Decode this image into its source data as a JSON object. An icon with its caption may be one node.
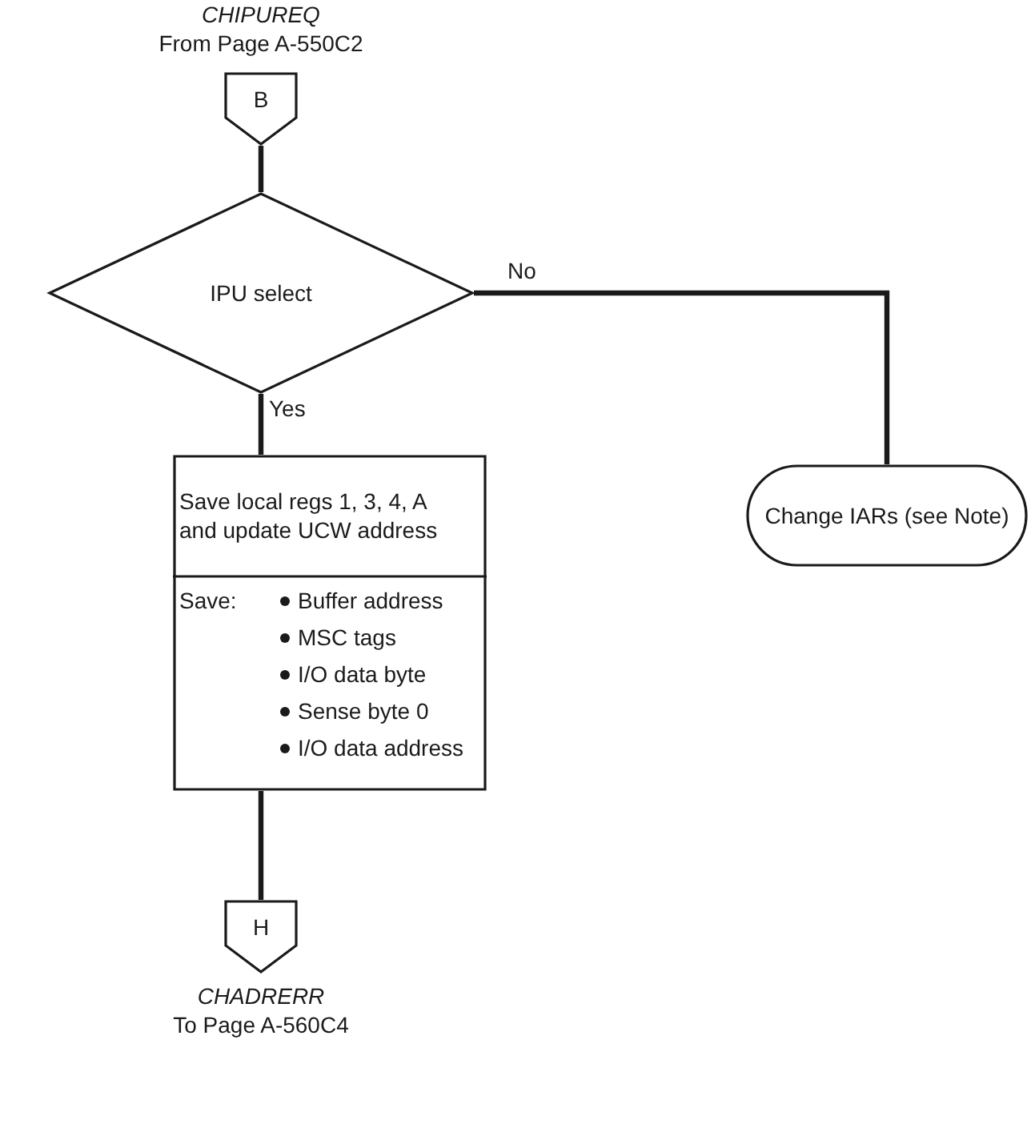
{
  "diagram": {
    "nodes": [
      {
        "text": [
          "B"
        ],
        "beside": [
          "CHIPUREQ",
          "From Page A-550C2"
        ]
      },
      {
        "text": [
          "IPU select"
        ]
      },
      {
        "text": [
          "Save local regs 1, 3, 4, A and update UCW address",
          "Save:",
          "Buffer address",
          "MSC tags",
          "I/O data byte",
          "Sense byte 0",
          "I/O data address"
        ]
      },
      {
        "text": [
          "Change IARs (see Note)"
        ]
      },
      {
        "text": [
          "H"
        ],
        "beside": [
          "CHADRERR",
          "To Page A-560C4"
        ]
      }
    ],
    "edges": [
      {
        "from": 0,
        "to": 1,
        "arrow": "none"
      },
      {
        "from": 1,
        "to": 2,
        "arrow": "none",
        "label": "Yes"
      },
      {
        "from": 1,
        "to": 3,
        "arrow": "none",
        "label": "No"
      },
      {
        "from": 2,
        "to": 4,
        "arrow": "none"
      }
    ]
  }
}
